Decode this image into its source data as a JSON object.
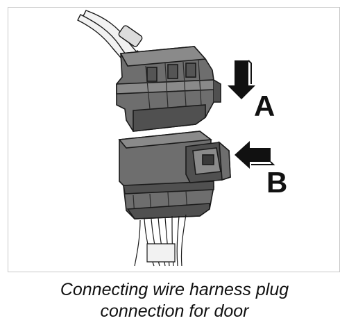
{
  "figure": {
    "labels": {
      "a": "A",
      "b": "B"
    },
    "arrow_icons": [
      "arrow-down-icon",
      "arrow-left-icon"
    ],
    "colors": {
      "plug_fill": "#6e6e6e",
      "plug_dark": "#505050",
      "plug_light": "#8a8a8a",
      "outline": "#1a1a1a",
      "wire": "#f2f2f2",
      "arrow": "#111111"
    }
  },
  "caption": {
    "line1": "Connecting wire harness plug",
    "line2": "connection for door"
  }
}
